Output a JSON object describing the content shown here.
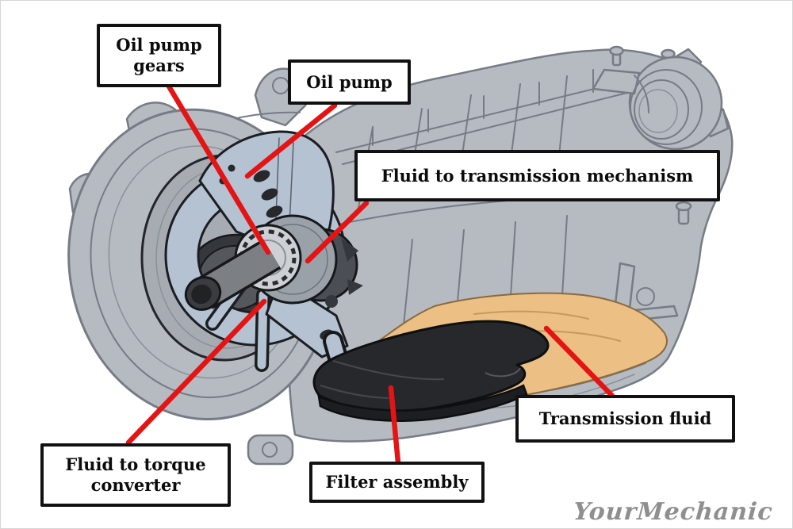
{
  "labels": {
    "oil_pump_gears": "Oil pump gears",
    "oil_pump": "Oil pump",
    "fluid_to_transmission_mechanism": "Fluid to transmission mechanism",
    "fluid_to_torque_converter": "Fluid to torque converter",
    "transmission_fluid": "Transmission fluid",
    "filter_assembly": "Filter assembly"
  },
  "watermark": "YourMechanic",
  "colors": {
    "leader_line": "#e51414",
    "label_border": "#111111",
    "label_background": "#ffffff",
    "body_gray": "#b6bac1",
    "outline_gray": "#767b85",
    "pump_blue_gray": "#b4c2d2",
    "fluid_tan": "#ecc084",
    "filter_black": "#26282b",
    "watermark_gray": "#8f8f8f"
  }
}
